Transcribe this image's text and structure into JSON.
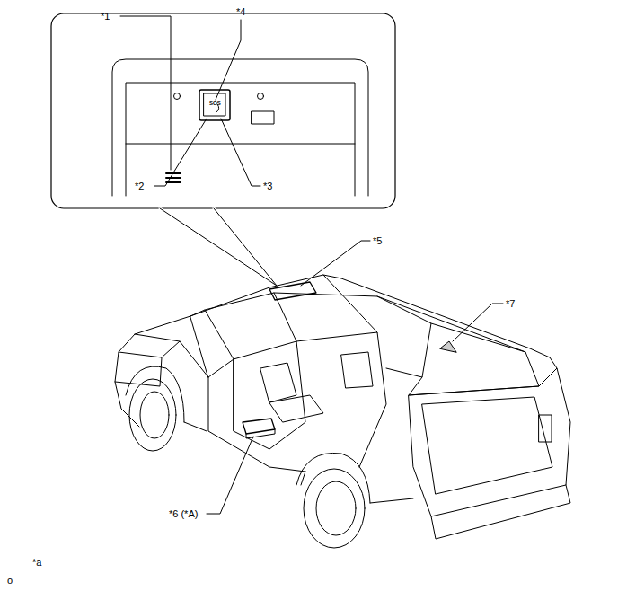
{
  "diagram": {
    "labels": [
      "*1",
      "*4",
      "SOS",
      "*2",
      "*3",
      "*5",
      "*7",
      "*6 (*A)",
      "*a",
      "o"
    ]
  }
}
